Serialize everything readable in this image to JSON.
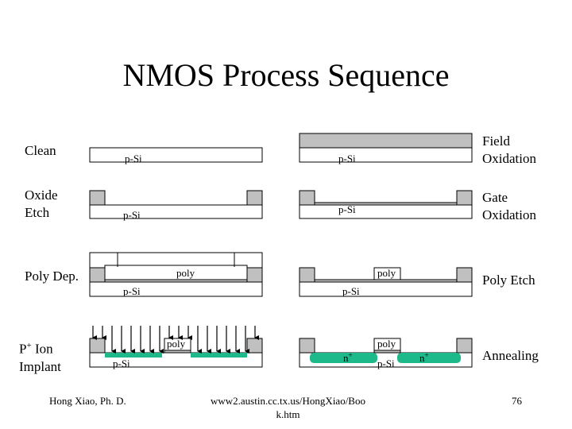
{
  "slide": {
    "title": "NMOS Process Sequence",
    "steps": {
      "clean": "Clean",
      "oxide_etch_line1": "Oxide",
      "oxide_etch_line2": "Etch",
      "poly_dep": "Poly Dep.",
      "ion_implant_prefix": "P",
      "ion_implant_sup": "+",
      "ion_implant_line1_rest": " Ion",
      "ion_implant_line2": "Implant",
      "field_ox_line1": "Field",
      "field_ox_line2": "Oxidation",
      "gate_ox_line1": "Gate",
      "gate_ox_line2": "Oxidation",
      "poly_etch": "Poly Etch",
      "annealing": "Annealing"
    },
    "diagram_labels": {
      "substrate": "p-Si",
      "poly": "poly",
      "n_region": "n",
      "n_region_sup": "+"
    },
    "footer": {
      "author": "Hong Xiao, Ph. D.",
      "url_line1": "www2.austin.cc.tx.us/HongXiao/Boo",
      "url_line2": "k.htm",
      "page_number": "76"
    }
  },
  "colors": {
    "oxide": "#c0c0c0",
    "implant": "#1db98a",
    "stroke": "#000000",
    "substrate": "#ffffff"
  }
}
